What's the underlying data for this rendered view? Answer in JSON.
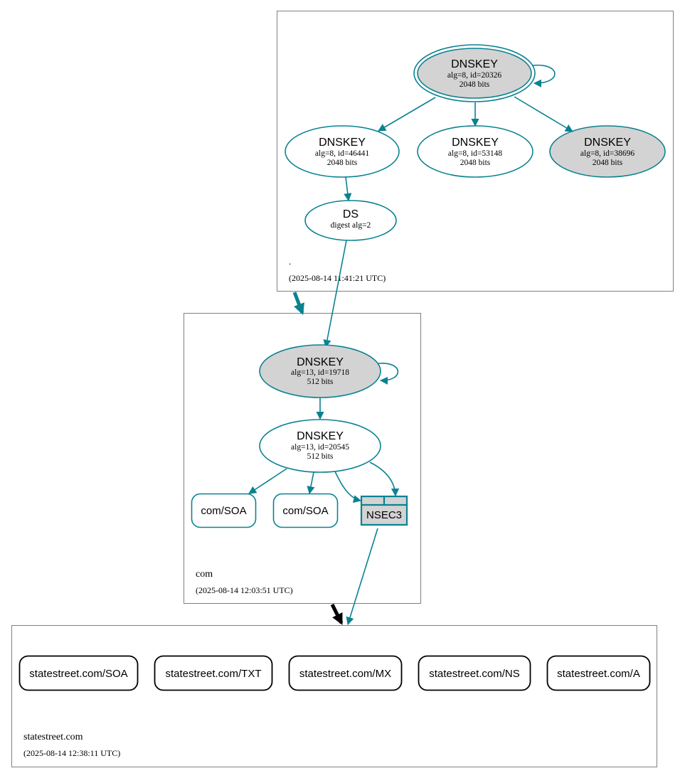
{
  "root_zone": {
    "name": ".",
    "timestamp": "(2025-08-14 11:41:21 UTC)",
    "ksk": {
      "title": "DNSKEY",
      "line1": "alg=8, id=20326",
      "line2": "2048 bits"
    },
    "zsk1": {
      "title": "DNSKEY",
      "line1": "alg=8, id=46441",
      "line2": "2048 bits"
    },
    "zsk2": {
      "title": "DNSKEY",
      "line1": "alg=8, id=53148",
      "line2": "2048 bits"
    },
    "zsk3": {
      "title": "DNSKEY",
      "line1": "alg=8, id=38696",
      "line2": "2048 bits"
    },
    "ds": {
      "title": "DS",
      "line1": "digest alg=2"
    }
  },
  "com_zone": {
    "name": "com",
    "timestamp": "(2025-08-14 12:03:51 UTC)",
    "ksk": {
      "title": "DNSKEY",
      "line1": "alg=13, id=19718",
      "line2": "512 bits"
    },
    "zsk": {
      "title": "DNSKEY",
      "line1": "alg=13, id=20545",
      "line2": "512 bits"
    },
    "soa1": "com/SOA",
    "soa2": "com/SOA",
    "nsec3": "NSEC3"
  },
  "statestreet_zone": {
    "name": "statestreet.com",
    "timestamp": "(2025-08-14 12:38:11 UTC)",
    "records": [
      "statestreet.com/SOA",
      "statestreet.com/TXT",
      "statestreet.com/MX",
      "statestreet.com/NS",
      "statestreet.com/A"
    ]
  },
  "colors": {
    "edge": "#0a8291",
    "highlight_fill": "#d3d3d3",
    "box_border": "#808080",
    "record_border": "#000000"
  }
}
